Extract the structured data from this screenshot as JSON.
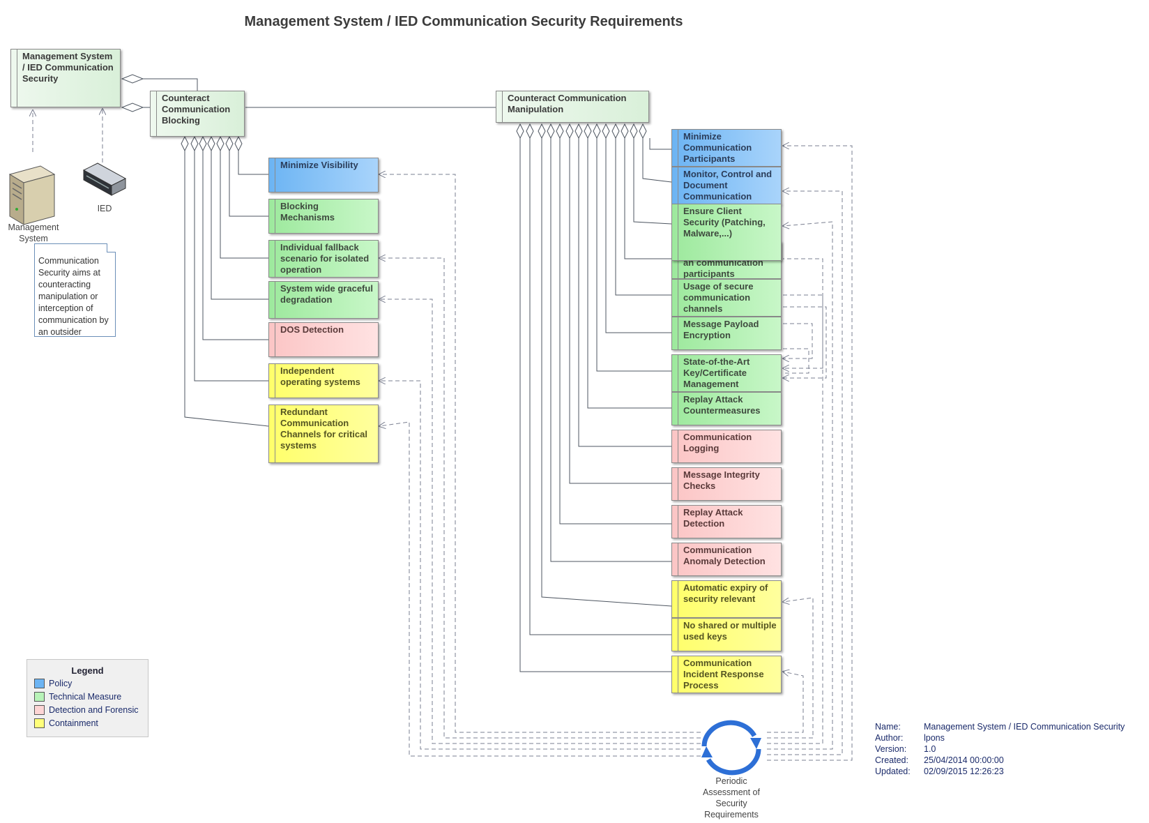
{
  "title": "Management System / IED Communication Security Requirements",
  "nodes": {
    "root": "Management System / IED Communication Security",
    "blocking": "Counteract Communication Blocking",
    "manipulation": "Counteract Communication Manipulation",
    "min_visibility": "Minimize Visibility",
    "blocking_mech": "Blocking Mechanisms",
    "fallback": "Individual fallback scenario for isolated operation",
    "graceful": "System wide graceful degradation",
    "dos": "DOS Detection",
    "independent_os": "Independent operating systems",
    "redundant": "Redundant Communication Channels for critical systems",
    "min_participants": "Minimize Communication Participants",
    "monitor": "Monitor, Control and Document Communication",
    "client_sec": "Ensure Client Security (Patching, Malware,...)",
    "auth_partial": "an communication participants",
    "secure_channels": "Usage of secure communication channels",
    "payload_enc": "Message Payload Encryption",
    "key_mgmt": "State-of-the-Art Key/Certificate Management",
    "replay_counter": "Replay Attack Countermeasures",
    "comm_logging": "Communication Logging",
    "integrity": "Message Integrity Checks",
    "replay_detect": "Replay Attack Detection",
    "anomaly": "Communication Anomaly Detection",
    "auto_expiry": "Automatic expiry of security relevant",
    "no_shared_keys": "No shared or multiple used keys",
    "incident": "Communication Incident Response Process"
  },
  "actors": {
    "management_system": "Management System",
    "ied": "IED",
    "periodic": "Periodic Assessment of Security Requirements"
  },
  "note": "Communication Security aims at counteracting manipulation or interception of communication by an outsider",
  "legend": {
    "title": "Legend",
    "items": [
      {
        "label": "Policy",
        "color": "#6cb4f3"
      },
      {
        "label": "Technical Measure",
        "color": "#b8f3b8"
      },
      {
        "label": "Detection and Forensic",
        "color": "#fdd5d5"
      },
      {
        "label": "Containment",
        "color": "#ffff7a"
      }
    ]
  },
  "meta": {
    "name_label": "Name:",
    "name": "Management System / IED Communication Security",
    "author_label": "Author:",
    "author": "lpons",
    "version_label": "Version:",
    "version": "1.0",
    "created_label": "Created:",
    "created": "25/04/2014 00:00:00",
    "updated_label": "Updated:",
    "updated": "02/09/2015 12:26:23"
  }
}
